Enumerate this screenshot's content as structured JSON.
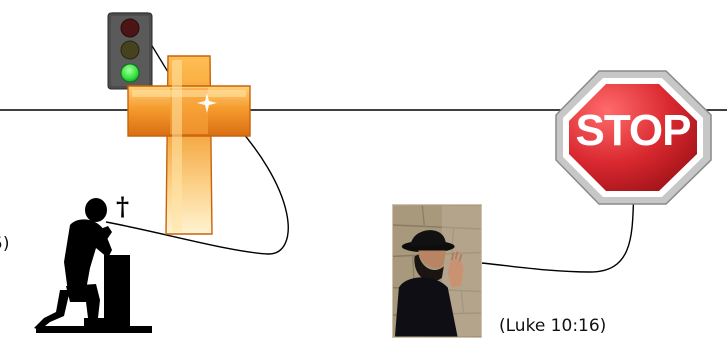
{
  "labels": {
    "left_reference": "5)",
    "right_reference": "(Luke 10:16)",
    "dagger": "†"
  },
  "stop_sign": {
    "text": "STOP",
    "color": "#d9282f"
  },
  "traffic_light": {
    "lit_lamp": "green",
    "colors": {
      "red_off": "#4c1515",
      "amber_off": "#46421f",
      "green_on": "#31e33e",
      "housing": "#4d4d4d"
    }
  },
  "cross": {
    "colors": {
      "light": "#fff2cf",
      "mid": "#f7a737",
      "dark": "#d96d10"
    }
  },
  "icons": {
    "cross_icon": "cross-icon",
    "traffic_light_icon": "traffic-light-icon",
    "stop_sign_icon": "stop-sign-icon",
    "praying_man_icon": "praying-man-icon",
    "man_at_wall_photo": "man-at-wall-photo"
  }
}
